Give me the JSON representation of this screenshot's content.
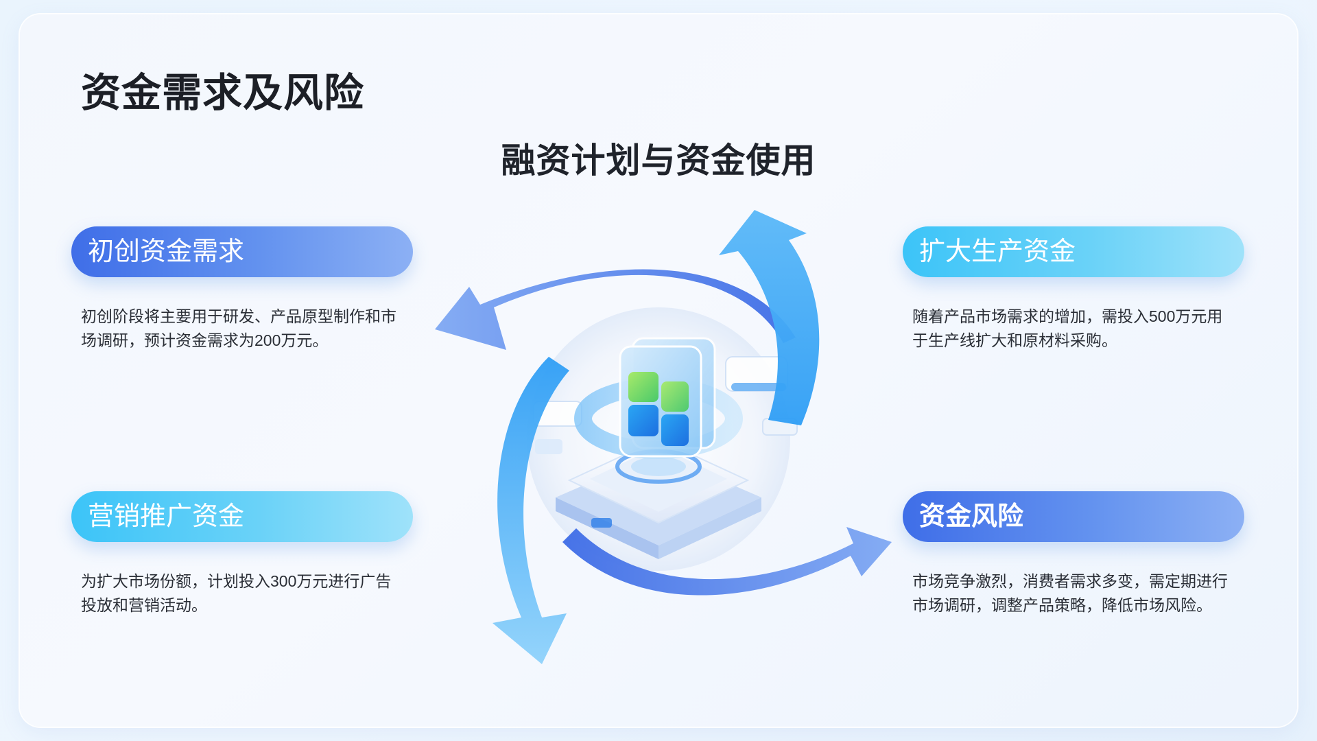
{
  "page": {
    "title": "资金需求及风险",
    "subtitle": "融资计划与资金使用"
  },
  "sections": [
    {
      "id": "startup",
      "heading": "初创资金需求",
      "text": "初创阶段将主要用于研发、产品原型制作和市场调研，预计资金需求为200万元。"
    },
    {
      "id": "expand",
      "heading": "扩大生产资金",
      "text": "随着产品市场需求的增加，需投入500万元用于生产线扩大和原材料采购。"
    },
    {
      "id": "marketing",
      "heading": "营销推广资金",
      "text": "为扩大市场份额，计划投入300万元进行广告投放和营销活动。"
    },
    {
      "id": "risk",
      "heading": "资金风险",
      "text": "市场竞争激烈，消费者需求多变，需定期进行市场调研，调整产品策略，降低市场风险。"
    }
  ],
  "graphic": {
    "icon": "cycle-arrows-with-3d-app-icon"
  },
  "colors": {
    "deep_blue": "#3f6ee8",
    "light_blue": "#3cc4f8",
    "title": "#1c1f26"
  }
}
